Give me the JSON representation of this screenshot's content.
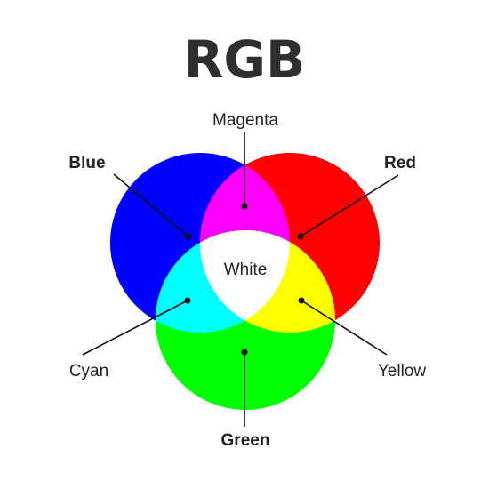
{
  "title": "RGB",
  "colors": {
    "red": "#ff0000",
    "green": "#00ff00",
    "blue": "#0000ff",
    "magenta": "#ff00ff",
    "yellow": "#ffff00",
    "cyan": "#00ffff",
    "white": "#ffffff",
    "title_text": "#2f2f2f"
  },
  "labels": {
    "blue": "Blue",
    "red": "Red",
    "green": "Green",
    "magenta": "Magenta",
    "cyan": "Cyan",
    "yellow": "Yellow",
    "white": "White"
  }
}
